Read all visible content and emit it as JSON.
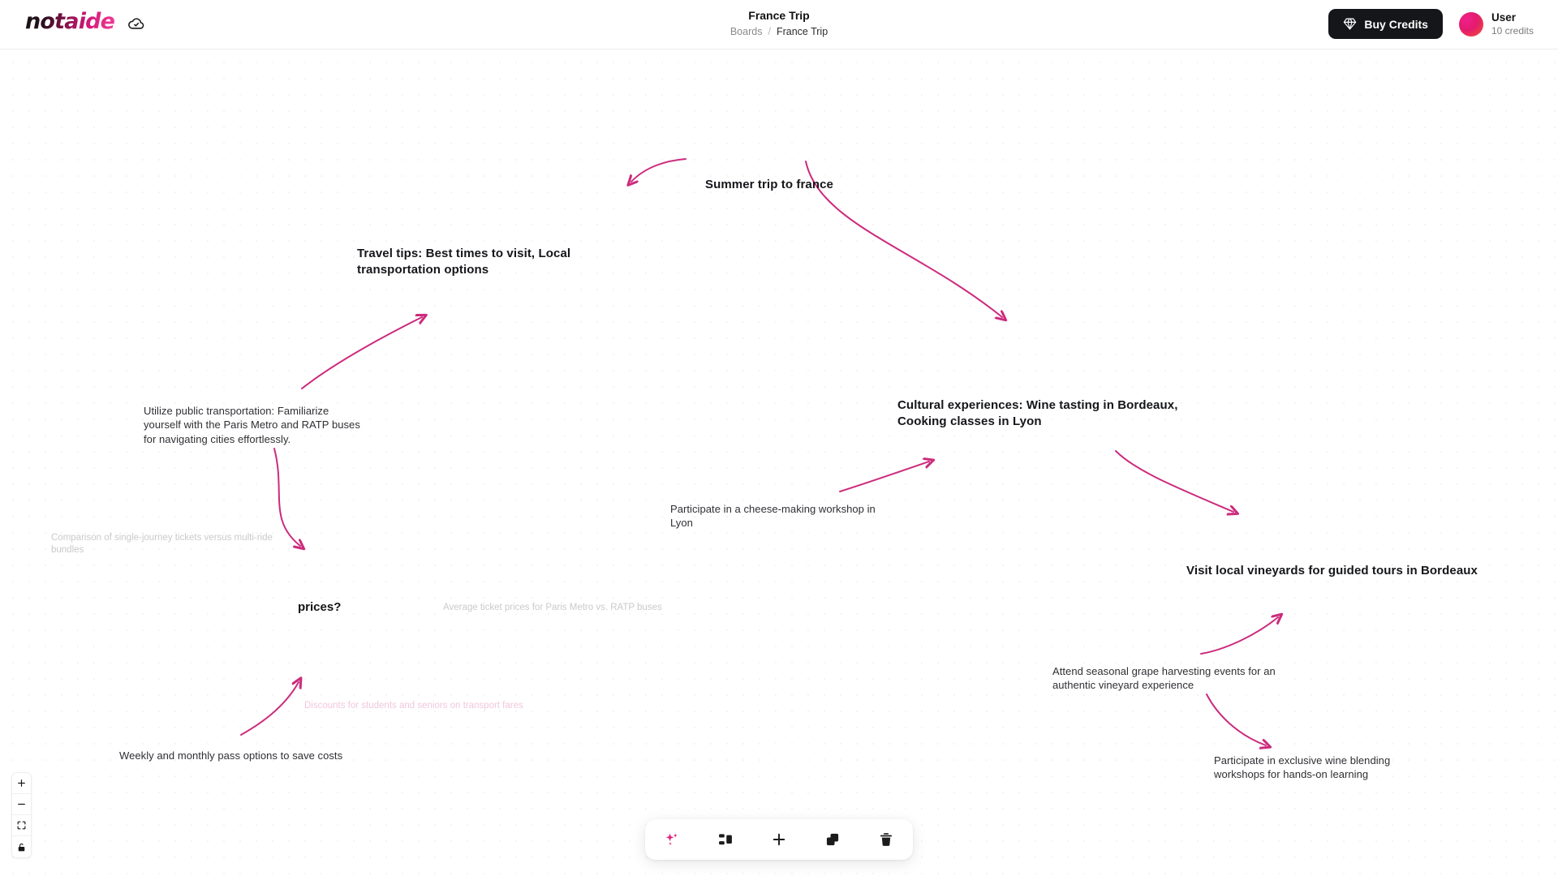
{
  "app": {
    "logo_text": "notaide",
    "cloud_icon": "cloud-check-icon"
  },
  "header": {
    "title": "France Trip",
    "breadcrumb": {
      "root": "Boards",
      "separator": "/",
      "current": "France Trip"
    },
    "buy_credits_label": "Buy Credits",
    "buy_credits_icon": "gem-icon",
    "user": {
      "name": "User",
      "credits": "10 credits"
    }
  },
  "colors": {
    "accent_pink": "#d6337f",
    "edge_stroke": "#cc2b7c",
    "button_dark": "#15161a",
    "ghost_gray": "#c9cacd",
    "ghost_pink": "#f2c7dc"
  },
  "canvas": {
    "nodes": [
      {
        "id": "root",
        "text": "Summer trip to france"
      },
      {
        "id": "travel-tips",
        "text": "Travel tips: Best times to visit, Local\ntransportation options"
      },
      {
        "id": "cultural",
        "text": "Cultural experiences: Wine tasting in Bordeaux,\nCooking classes in Lyon"
      },
      {
        "id": "public-transport",
        "text": "Utilize public transportation: Familiarize\nyourself with the Paris Metro and RATP buses\nfor navigating cities effortlessly."
      },
      {
        "id": "comparison-ghost",
        "text": "Comparison of single-journey tickets versus multi-ride\nbundles"
      },
      {
        "id": "prices",
        "text": "prices?"
      },
      {
        "id": "avg-ticket-ghost",
        "text": "Average ticket prices for Paris Metro vs. RATP buses"
      },
      {
        "id": "discounts-ghost",
        "text": "Discounts for students and seniors on transport fares"
      },
      {
        "id": "weekly-pass",
        "text": "Weekly and monthly pass options to save costs"
      },
      {
        "id": "cheese",
        "text": "Participate in a cheese-making workshop in\nLyon"
      },
      {
        "id": "vineyards",
        "text": "Visit local vineyards for guided tours in Bordeaux"
      },
      {
        "id": "grape",
        "text": "Attend seasonal grape harvesting events for an\nauthentic vineyard experience"
      },
      {
        "id": "blending",
        "text": "Participate in exclusive wine blending\nworkshops for hands-on learning"
      }
    ]
  },
  "zoom_controls": [
    {
      "id": "zoom-in",
      "icon": "plus-icon"
    },
    {
      "id": "zoom-out",
      "icon": "minus-icon"
    },
    {
      "id": "fit-view",
      "icon": "fit-screen-icon"
    },
    {
      "id": "lock",
      "icon": "lock-icon"
    }
  ],
  "toolbar": [
    {
      "id": "ai-generate",
      "icon": "sparkles-icon"
    },
    {
      "id": "layout",
      "icon": "layout-icon"
    },
    {
      "id": "add-node",
      "icon": "plus-icon"
    },
    {
      "id": "duplicate",
      "icon": "copy-icon"
    },
    {
      "id": "delete",
      "icon": "trash-icon"
    }
  ]
}
